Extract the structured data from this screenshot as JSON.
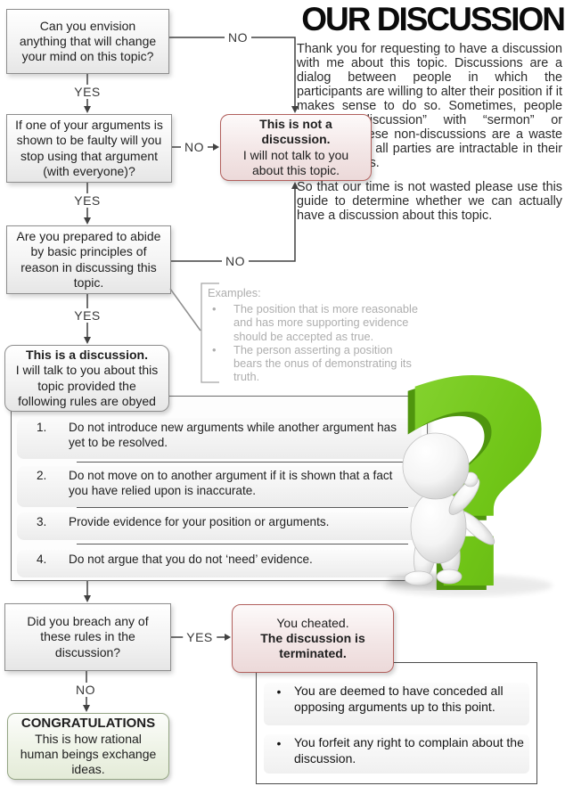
{
  "title": "OUR DISCUSSION",
  "intro": {
    "p1": "Thank you for requesting to have a discussion with me about this topic. Discussions are a dialog between people in which the participants are willing to alter their position if it makes sense to do so. Sometimes, people confuse “discussion” with “sermon” or “lecture.” These non-discussions are a waste of time since all parties are intractable in their existing views.",
    "p2": "So that our time is not wasted please use this guide to determine whether we can actually have a discussion about this topic."
  },
  "flow": {
    "labels": {
      "yes": "YES",
      "no": "NO"
    },
    "q1": "Can you envision anything that will change your mind on this topic?",
    "q2": "If one of your arguments is shown to be faulty will you stop using that argument (with everyone)?",
    "q3": "Are you prepared to abide by basic principles of reason in discussing this topic.",
    "not_discussion": {
      "bold": "This is not a discussion.",
      "rest": "I will not talk to you about this topic."
    },
    "is_discussion": {
      "bold": "This is a discussion.",
      "rest": "I will talk to you about this topic provided the following rules are obyed"
    },
    "q4": "Did you breach any of these rules in the discussion?",
    "cheated": {
      "line1": "You cheated.",
      "bold": "The discussion is terminated."
    },
    "congrats": {
      "bold": "CONGRATULATIONS",
      "rest": "This is how rational human beings exchange ideas."
    }
  },
  "examples": {
    "heading": "Examples:",
    "bullet": "•",
    "items": [
      "The position that is more reasonable and has more supporting evidence should be accepted as true.",
      "The person asserting a position bears the onus of demonstrating its truth."
    ]
  },
  "rules": [
    {
      "num": "1.",
      "text": "Do not introduce new arguments while another argument has yet to be resolved."
    },
    {
      "num": "2.",
      "text": "Do not move on to another argument if it is shown that a fact you have relied upon is inaccurate."
    },
    {
      "num": "3.",
      "text": "Provide evidence for your position or arguments."
    },
    {
      "num": "4.",
      "text": "Do not argue that you do not ‘need’ evidence."
    }
  ],
  "consequences": {
    "bullet": "•",
    "items": [
      "You are deemed to have conceded all opposing arguments up to this point.",
      "You forfeit any right to complain about the discussion."
    ]
  },
  "colors": {
    "accent_green": "#70c517",
    "accent_green_dark": "#53990f",
    "red_border": "#b2605d",
    "green_border": "#94a584",
    "wire": "#414141",
    "muted_text": "#aeaeae"
  }
}
